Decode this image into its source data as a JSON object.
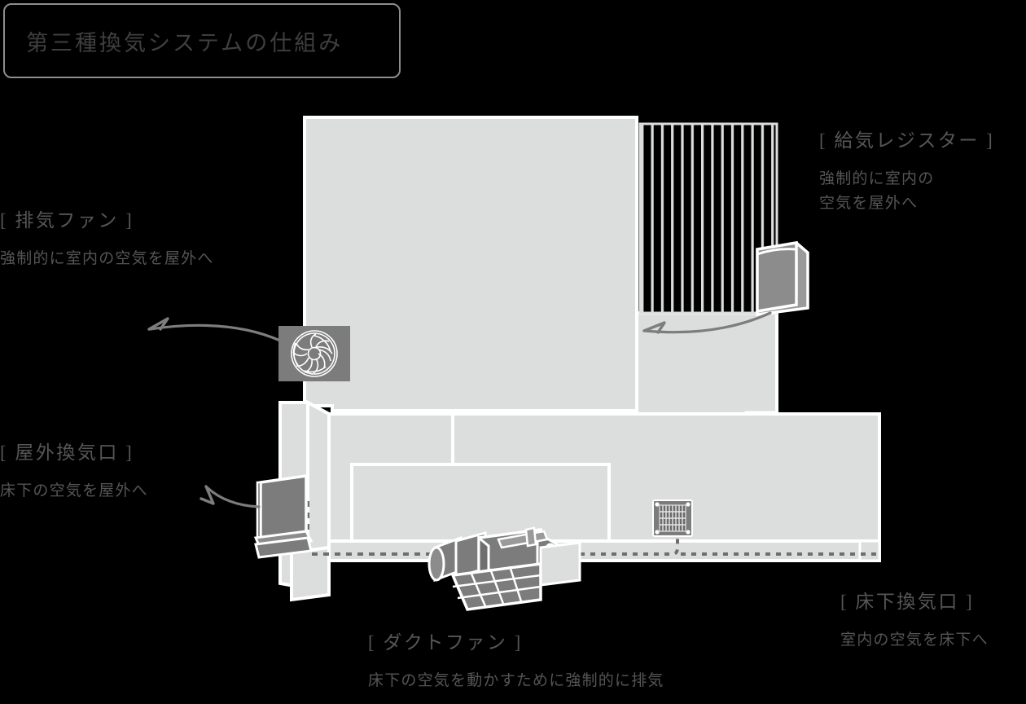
{
  "title": {
    "text": "第三種換気システムの仕組み"
  },
  "callouts": {
    "exhaust_fan": {
      "heading": "[ 排気ファン ]",
      "lines": [
        "強制的に室内の空気を屋外へ"
      ]
    },
    "supply_register": {
      "heading": "[ 給気レジスター ]",
      "lines": [
        "強制的に室内の",
        "空気を屋外へ"
      ]
    },
    "outdoor_vent": {
      "heading": "[ 屋外換気口 ]",
      "lines": [
        "床下の空気を屋外へ"
      ]
    },
    "duct_fan": {
      "heading": "[ ダクトファン ]",
      "lines": [
        "床下の空気を動かすために強制的に排気"
      ]
    },
    "floor_vent": {
      "heading": "[ 床下換気口 ]",
      "lines": [
        "室内の空気を床下へ"
      ]
    }
  },
  "icons": {
    "exhaust_fan": "fan-icon",
    "supply_register": "wall-register-icon",
    "outdoor_vent": "outdoor-hood-vent-icon",
    "duct_fan": "duct-fan-icon",
    "floor_vent": "floor-grille-icon",
    "airflow": "curved-arrow-icon",
    "duct_line": "dashed-duct-icon"
  },
  "colors": {
    "background": "#000000",
    "house_fill": "#dcdddd",
    "house_outline": "#ffffff",
    "device_fill": "#7c7c7c",
    "device_light": "#9a9a9a",
    "arrow": "#7d7d7d",
    "text": "#555555",
    "title_border": "#8d8d8d"
  }
}
